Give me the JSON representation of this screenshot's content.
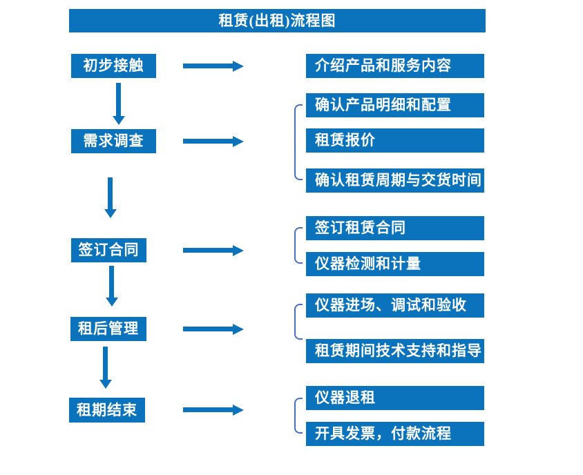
{
  "title": "租赁(出租)流程图",
  "colors": {
    "primary": "#0b72bc",
    "bracket": "#4472c4",
    "box_text": "#ffffff"
  },
  "steps": [
    {
      "label": "初步接触",
      "outputs": [
        "介绍产品和服务内容"
      ]
    },
    {
      "label": "需求调查",
      "outputs": [
        "确认产品明细和配置",
        "租赁报价",
        "确认租赁周期与交货时间"
      ]
    },
    {
      "label": "签订合同",
      "outputs": [
        "签订租赁合同",
        "仪器检测和计量"
      ]
    },
    {
      "label": "租后管理",
      "outputs": [
        "仪器进场、调试和验收",
        "租赁期间技术支持和指导"
      ]
    },
    {
      "label": "租期结束",
      "outputs": [
        "仪器退租",
        "开具发票，付款流程"
      ]
    }
  ]
}
